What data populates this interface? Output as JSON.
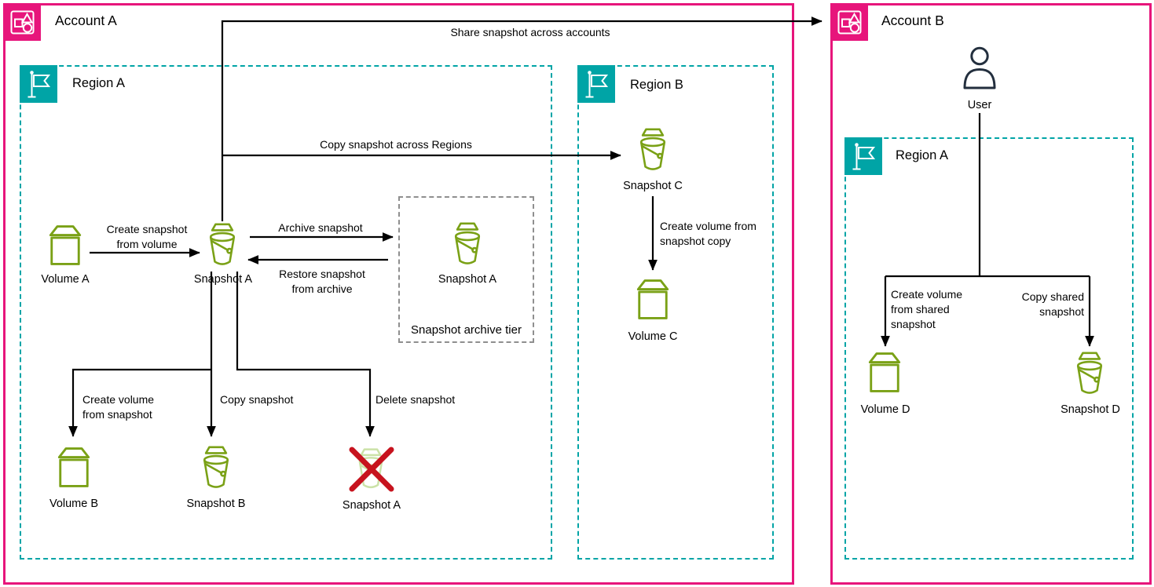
{
  "diagram": {
    "accounts": {
      "a": "Account A",
      "b": "Account B"
    },
    "regions": {
      "a1": "Region A",
      "b1": "Region B",
      "a2": "Region A"
    },
    "archive_tier": {
      "title": "Snapshot archive tier",
      "snapshot": "Snapshot A"
    },
    "nodes": {
      "volume_a": "Volume A",
      "snapshot_a": "Snapshot A",
      "volume_b": "Volume B",
      "snapshot_b": "Snapshot B",
      "snapshot_a_deleted": "Snapshot A",
      "snapshot_c": "Snapshot C",
      "volume_c": "Volume C",
      "user": "User",
      "volume_d": "Volume D",
      "snapshot_d": "Snapshot D"
    },
    "labels": {
      "share_across_accounts": "Share snapshot across accounts",
      "copy_across_regions": "Copy snapshot across Regions",
      "create_snapshot_from_volume": "Create snapshot\nfrom volume",
      "archive_snapshot": "Archive snapshot",
      "restore_snapshot": "Restore snapshot\nfrom archive",
      "create_volume_from_snapshot": "Create volume\nfrom snapshot",
      "copy_snapshot": "Copy snapshot",
      "delete_snapshot": "Delete snapshot",
      "create_volume_from_snapshot_copy": "Create volume from\nsnapshot copy",
      "create_volume_from_shared_snapshot": "Create volume\nfrom shared\nsnapshot",
      "copy_shared_snapshot": "Copy shared\nsnapshot"
    },
    "colors": {
      "pink": "#E7157B",
      "teal": "#00A4A6",
      "green": "#7AA116",
      "green_faded": "#CBE2A8",
      "red": "#C7131E",
      "navy": "#232F3E",
      "line": "#000000",
      "gray": "#8F8F8F",
      "text": "#000000"
    }
  }
}
